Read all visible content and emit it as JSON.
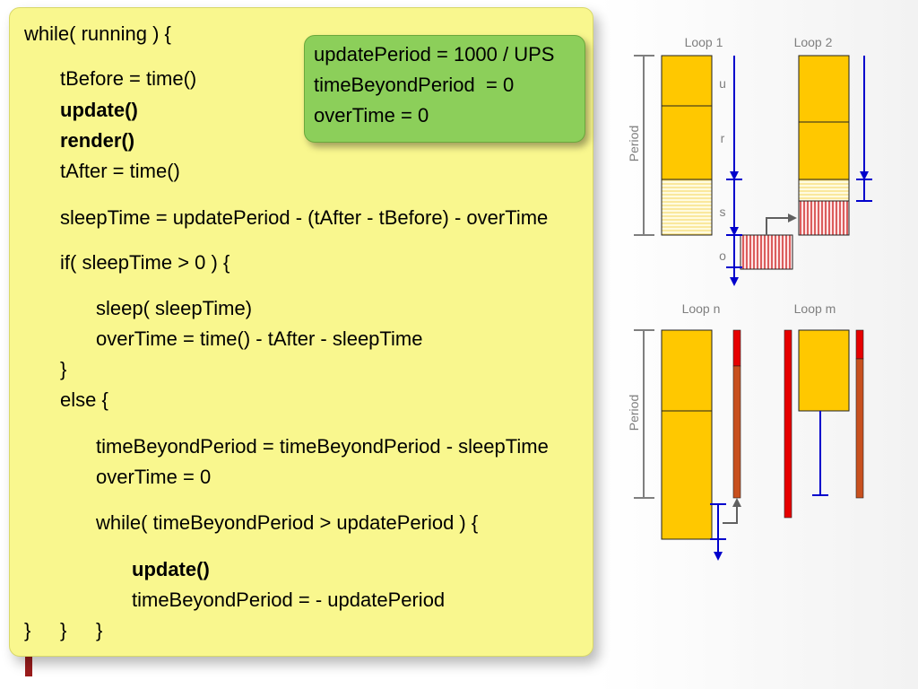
{
  "code": {
    "lines": [
      {
        "text": "while( running ) {",
        "bold": false
      },
      {
        "text": "tBefore = time()",
        "bold": false
      },
      {
        "text": "update()",
        "bold": true
      },
      {
        "text": "render()",
        "bold": true
      },
      {
        "text": "tAfter = time()",
        "bold": false
      },
      {
        "text": "sleepTime = updatePeriod - (tAfter - tBefore) - overTime",
        "bold": false
      },
      {
        "text": "if( sleepTime > 0 ) {",
        "bold": false
      },
      {
        "text": "sleep( sleepTime)",
        "bold": false
      },
      {
        "text": "overTime = time() - tAfter - sleepTime",
        "bold": false
      },
      {
        "text": "}",
        "bold": false
      },
      {
        "text": "else {",
        "bold": false
      },
      {
        "text": "timeBeyondPeriod = timeBeyondPeriod - sleepTime",
        "bold": false
      },
      {
        "text": "overTime = 0",
        "bold": false
      },
      {
        "text": "while( timeBeyondPeriod > updatePeriod ) {",
        "bold": false
      },
      {
        "text": "update()",
        "bold": true
      },
      {
        "text": "timeBeyondPeriod = - updatePeriod",
        "bold": false
      },
      {
        "text": "}",
        "bold": false
      },
      {
        "text": "}",
        "bold": false
      },
      {
        "text": "}",
        "bold": false
      }
    ]
  },
  "init": {
    "lines": [
      "updatePeriod = 1000 / UPS",
      "timeBeyondPeriod  = 0",
      "overTime = 0"
    ]
  },
  "diagram": {
    "labels": {
      "loop1": "Loop 1",
      "loop2": "Loop 2",
      "loopn": "Loop n",
      "loopm": "Loop m",
      "period_top": "Period",
      "period_bottom": "Period",
      "u": "u",
      "r": "r",
      "s": "s",
      "o": "o"
    },
    "colors": {
      "work": "#ffc800",
      "sleep_hatch": "#f5d45a",
      "over_red": "#e60000",
      "over_hatch": "#cc2222",
      "flow_blue": "#0000cc",
      "long_bar": "#c8501e",
      "grey": "#606060",
      "label_grey": "#7f7f7f"
    }
  }
}
